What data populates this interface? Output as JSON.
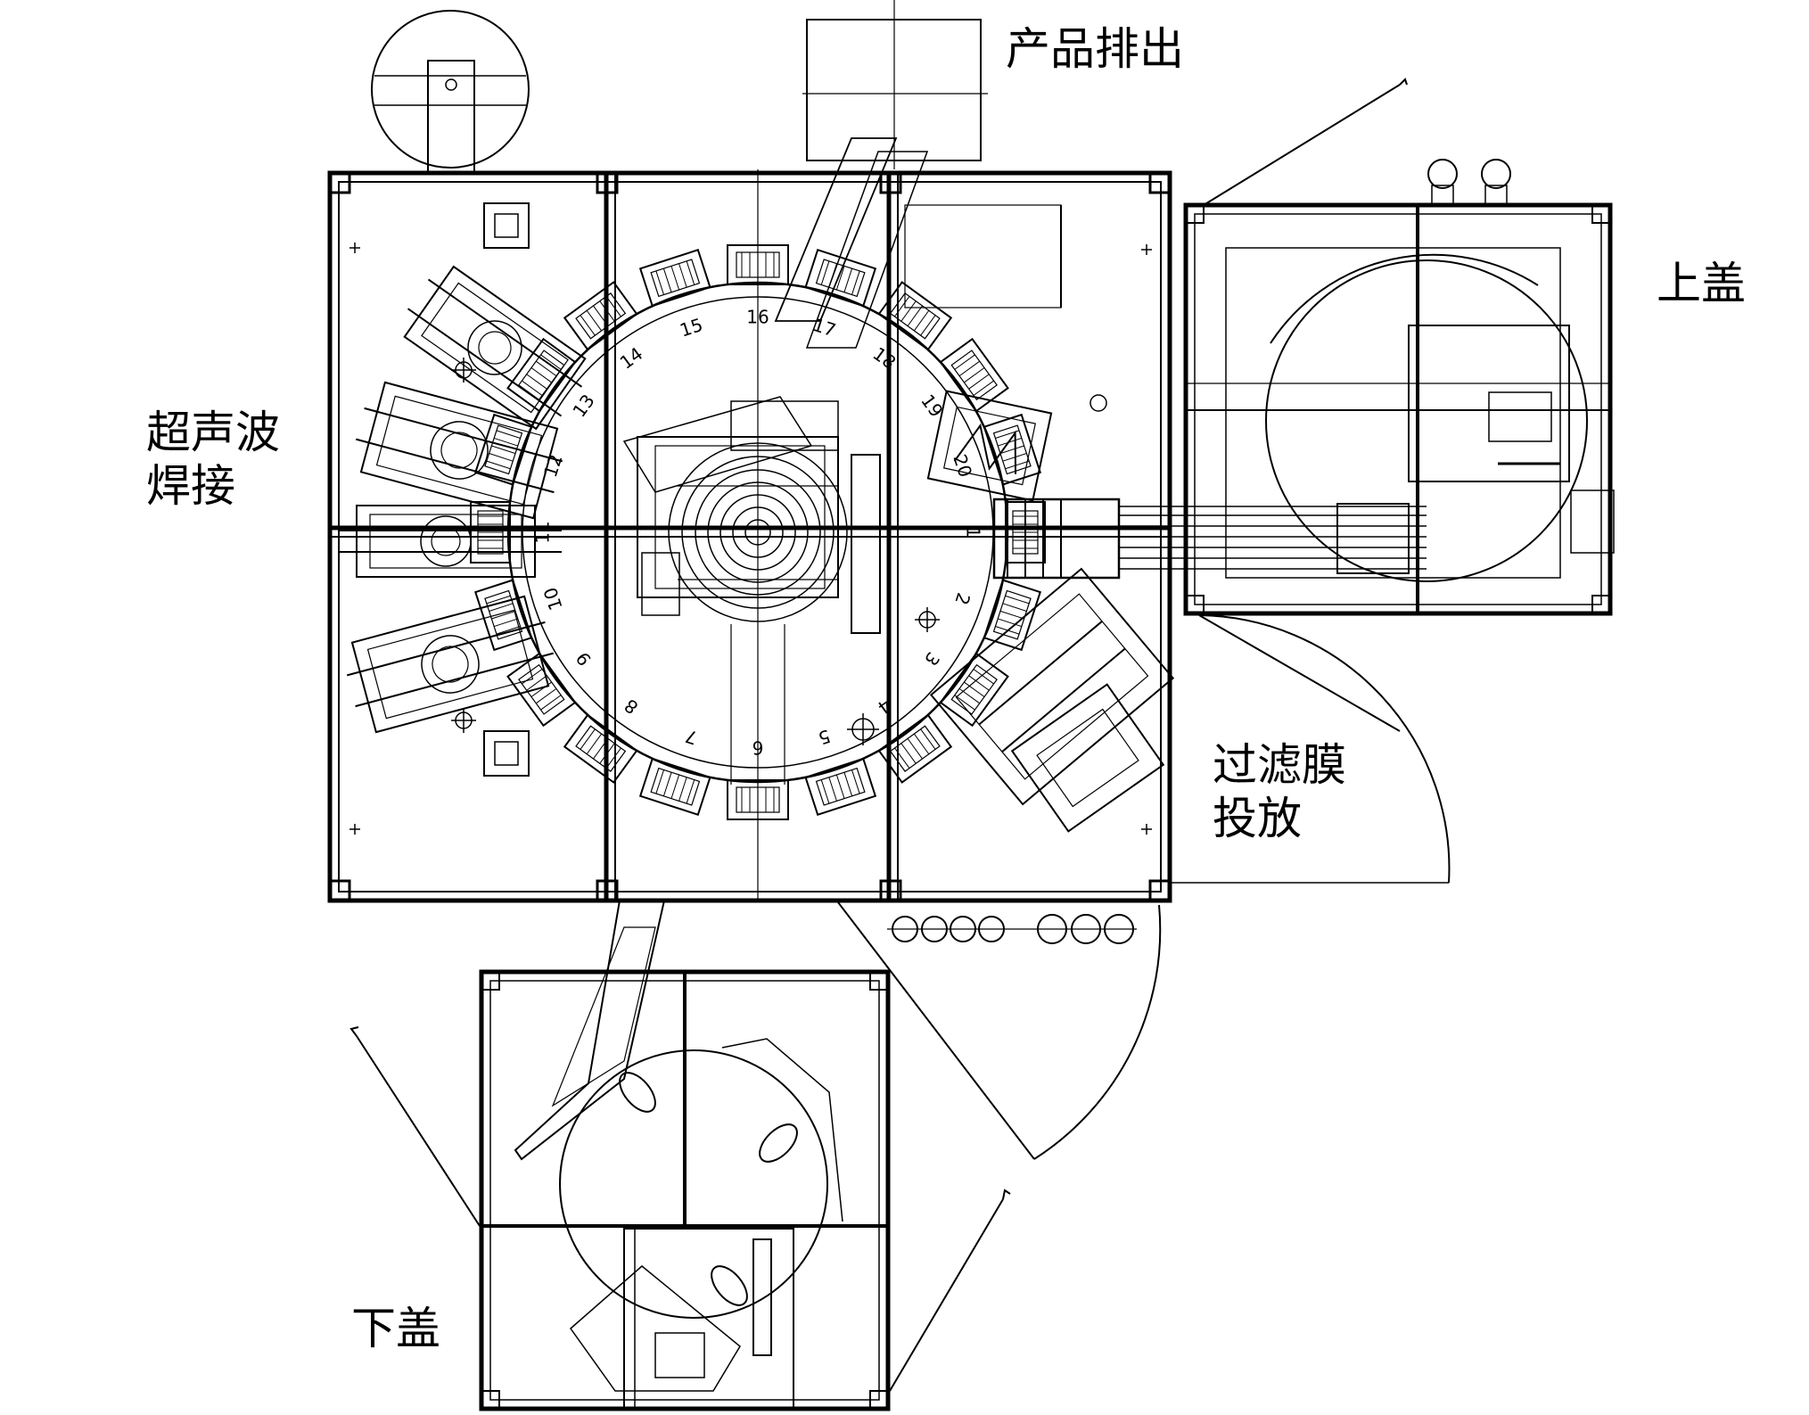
{
  "labels": {
    "product_output": "产品排出",
    "upper_cover": "上盖",
    "ultrasonic_welding_line1": "超声波",
    "ultrasonic_welding_line2": "焊接",
    "filter_film_line1": "过滤膜",
    "filter_film_line2": "投放",
    "lower_cover": "下盖"
  },
  "station_numbers": [
    "1",
    "2",
    "3",
    "4",
    "5",
    "6",
    "7",
    "8",
    "9",
    "10",
    "11",
    "12",
    "13",
    "14",
    "15",
    "16",
    "17",
    "18",
    "19",
    "20"
  ],
  "colors": {
    "line": "#000000",
    "background": "#ffffff"
  }
}
